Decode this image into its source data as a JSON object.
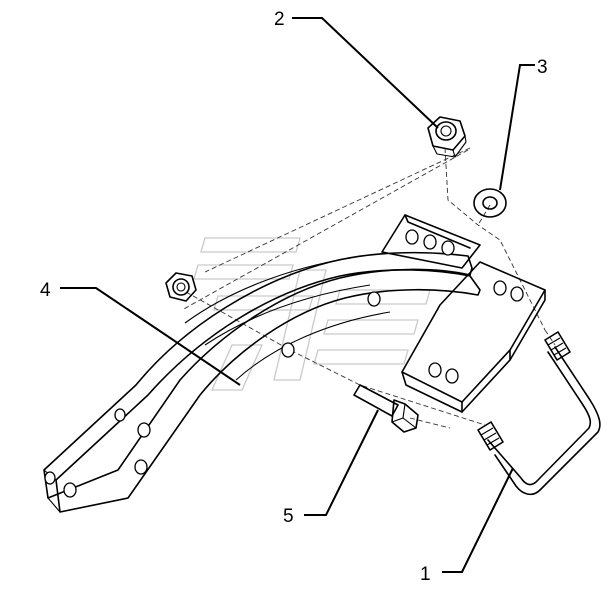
{
  "callouts": [
    {
      "id": "1",
      "label": "1"
    },
    {
      "id": "2",
      "label": "2"
    },
    {
      "id": "3",
      "label": "3"
    },
    {
      "id": "4",
      "label": "4"
    },
    {
      "id": "5",
      "label": "5"
    }
  ],
  "parts": {
    "u_bolt": "u-bolt",
    "lock_nut": "lock-nut",
    "washer": "washer",
    "bracket": "bracket",
    "bolt": "hex-bolt"
  }
}
